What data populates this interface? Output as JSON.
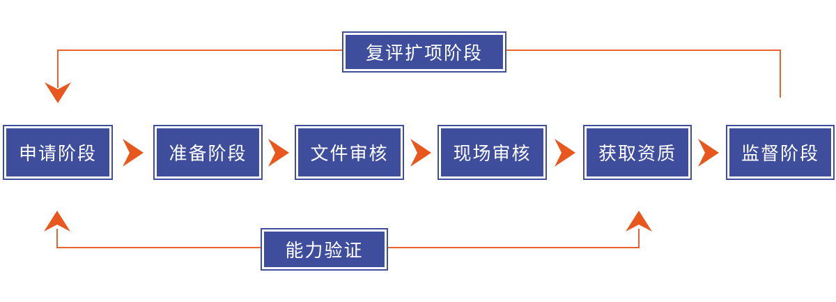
{
  "diagram_title": "certification-process-flow",
  "stages": [
    {
      "label": "申请阶段"
    },
    {
      "label": "准备阶段"
    },
    {
      "label": "文件审核"
    },
    {
      "label": "现场审核"
    },
    {
      "label": "获取资质"
    },
    {
      "label": "监督阶段"
    }
  ],
  "loops": {
    "top": {
      "label": "复评扩项阶段",
      "from_stage": "监督阶段",
      "to_stage": "申请阶段"
    },
    "bottom": {
      "label": "能力验证",
      "to_stages": [
        "申请阶段",
        "获取资质"
      ]
    }
  },
  "colors": {
    "node_blue": "#3e4e9c",
    "arrow_orange": "#e8571d",
    "line_orange": "#e8622c",
    "text_white": "#ffffff"
  }
}
